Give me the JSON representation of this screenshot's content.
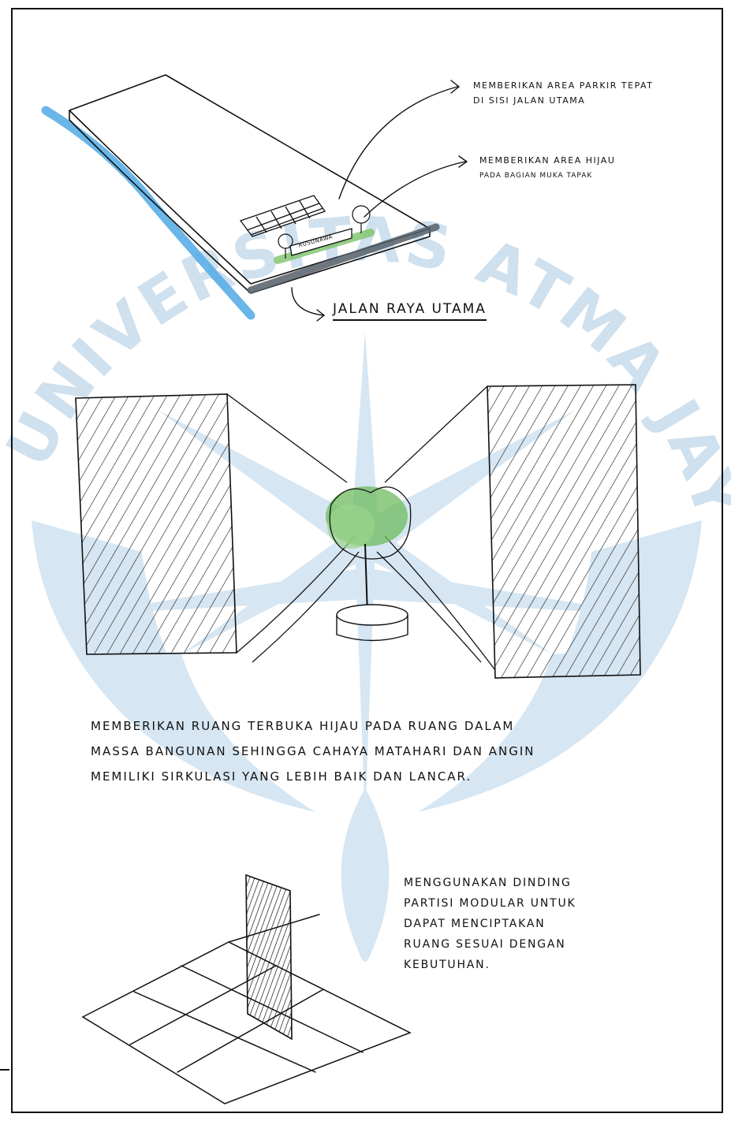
{
  "watermark": {
    "text": "UNIVERSITAS ATMA JAYA YOGYAKARTA",
    "color": "#cfe0ee"
  },
  "sketch1": {
    "sign_label": "RUSUNAWA",
    "annotation_parking": {
      "line1": "MEMBERIKAN AREA PARKIR TEPAT",
      "line2": "DI SISI JALAN UTAMA"
    },
    "annotation_green": {
      "line1": "MEMBERIKAN AREA HIJAU",
      "line2": "PADA BAGIAN MUKA TAPAK"
    },
    "road_label": "JALAN RAYA UTAMA",
    "river_color": "#5aaee6",
    "green_color": "#7cc46a",
    "road_color": "#55606a"
  },
  "sketch2": {
    "caption": {
      "line1": "MEMBERIKAN RUANG TERBUKA HIJAU PADA RUANG DALAM",
      "line2": "MASSA BANGUNAN SEHINGGA CAHAYA MATAHARI DAN ANGIN",
      "line3": "MEMILIKI SIRKULASI YANG LEBIH BAIK DAN LANCAR."
    },
    "tree_color": "#6dbb5e"
  },
  "sketch3": {
    "caption": {
      "line1": "MENGGUNAKAN DINDING",
      "line2": "PARTISI MODULAR UNTUK",
      "line3": "DAPAT MENCIPTAKAN",
      "line4": "RUANG SESUAI DENGAN",
      "line5": "KEBUTUHAN."
    }
  }
}
